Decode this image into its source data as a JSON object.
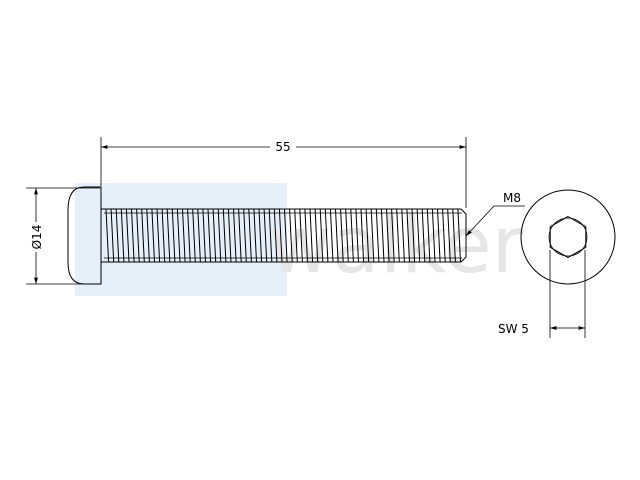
{
  "drawing": {
    "length_label": "55",
    "head_diameter_label": "Ø14",
    "thread_label": "M8",
    "socket_size_label": "SW 5"
  },
  "watermark": {
    "text": "walker",
    "block_color": "#cfe3f7",
    "text_color": "#e6e6e6"
  },
  "colors": {
    "line": "#000000",
    "background": "#ffffff"
  }
}
